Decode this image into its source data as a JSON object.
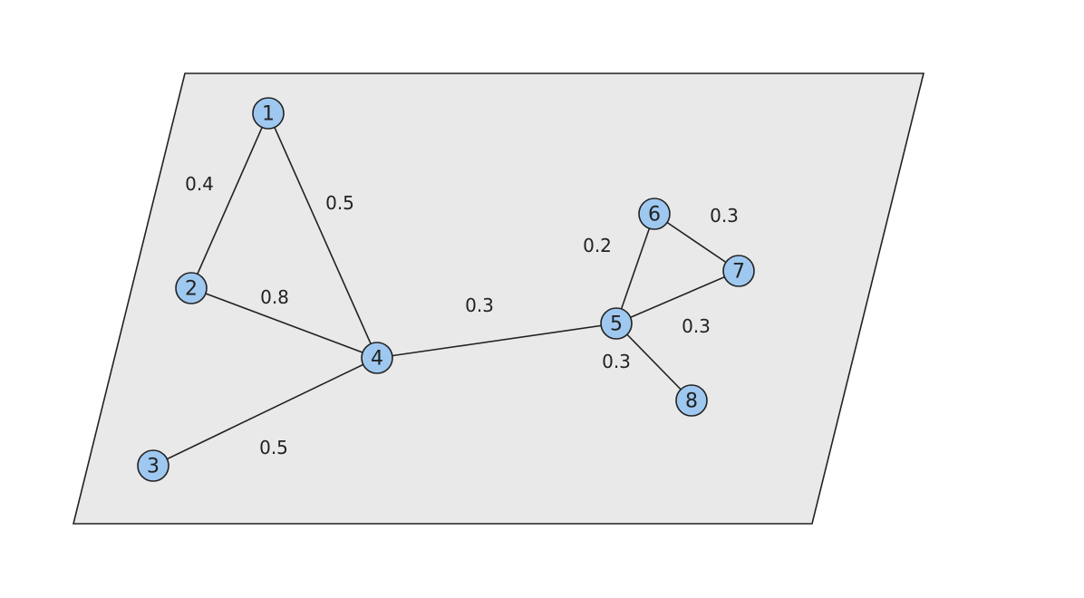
{
  "graph": {
    "nodes": [
      {
        "id": "1",
        "label": "1"
      },
      {
        "id": "2",
        "label": "2"
      },
      {
        "id": "3",
        "label": "3"
      },
      {
        "id": "4",
        "label": "4"
      },
      {
        "id": "5",
        "label": "5"
      },
      {
        "id": "6",
        "label": "6"
      },
      {
        "id": "7",
        "label": "7"
      },
      {
        "id": "8",
        "label": "8"
      }
    ],
    "edges": [
      {
        "from": "1",
        "to": "2",
        "weight": "0.4"
      },
      {
        "from": "1",
        "to": "4",
        "weight": "0.5"
      },
      {
        "from": "2",
        "to": "4",
        "weight": "0.8"
      },
      {
        "from": "3",
        "to": "4",
        "weight": "0.5"
      },
      {
        "from": "4",
        "to": "5",
        "weight": "0.3"
      },
      {
        "from": "5",
        "to": "6",
        "weight": "0.2"
      },
      {
        "from": "6",
        "to": "7",
        "weight": "0.3"
      },
      {
        "from": "5",
        "to": "7",
        "weight": "0.3"
      },
      {
        "from": "5",
        "to": "8",
        "weight": "0.3"
      }
    ]
  },
  "colors": {
    "node_fill": "#9ec8f0",
    "plane_fill": "#e9e9e9",
    "stroke": "#222222"
  }
}
